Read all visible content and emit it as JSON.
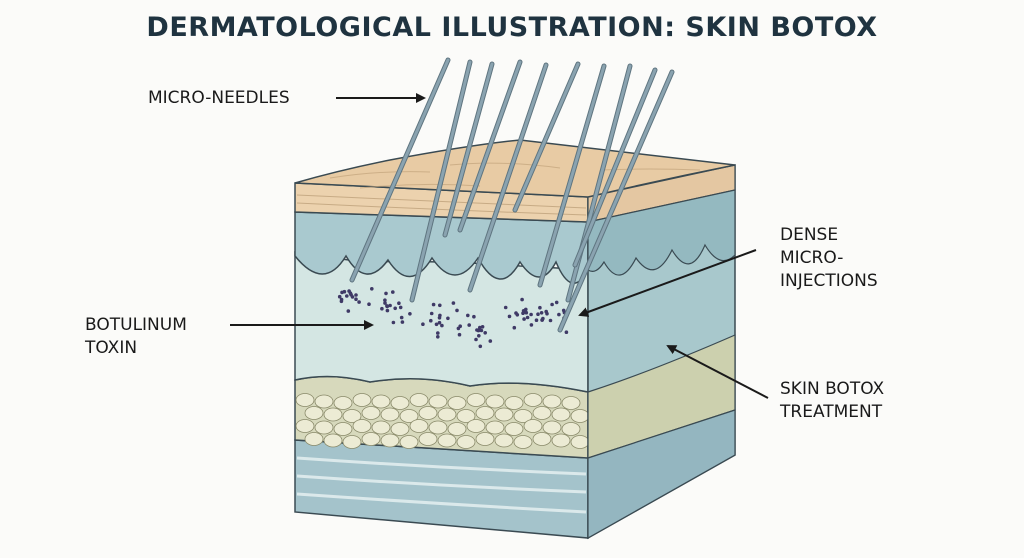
{
  "title": "DERMATOLOGICAL ILLUSTRATION: SKIN BOTOX",
  "labels": {
    "micro_needles": "MICRO-NEEDLES",
    "botulinum_toxin": [
      "BOTULINUM",
      "TOXIN"
    ],
    "dense_micro_injections": [
      "DENSE",
      "MICRO-",
      "INJECTIONS"
    ],
    "skin_botox_treatment": [
      "SKIN BOTOX",
      "TREATMENT"
    ]
  },
  "colors": {
    "title": "#1f3340",
    "epidermis": "#ecd2ae",
    "papillary_layer": "#a9c9cf",
    "dermis": "#d4e6e3",
    "side_face": "#a8c8cc",
    "fat_layer": "#d7d9bc",
    "fat_cell": "#ecebd4",
    "base_layer": "#a4c3cb",
    "toxin_dot": "#3f3a66",
    "needle": "#8aa3b0",
    "outline": "#3a4a52"
  }
}
